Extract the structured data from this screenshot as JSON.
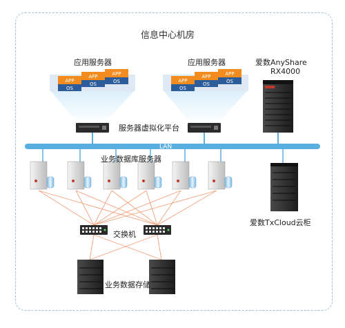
{
  "title": "信息中心机房",
  "app_server_label": "应用服务器",
  "app_tag": "APP",
  "os_tag": "OS",
  "virt_platform_label": "服务器虚拟化平台",
  "anyshare_label_line1": "爱数AnyShare",
  "anyshare_label_line2": "RX4000",
  "lan_label": "LAN",
  "db_server_label": "业务数据库服务器",
  "switch_label": "交换机",
  "storage_label": "业务数据存储",
  "txcloud_label": "爱数TxCloud云柜",
  "colors": {
    "app_block": "#f28c1e",
    "os_block": "#2d5c9a",
    "lan_bar": "#5aaee0",
    "links": "#f2a07a"
  }
}
